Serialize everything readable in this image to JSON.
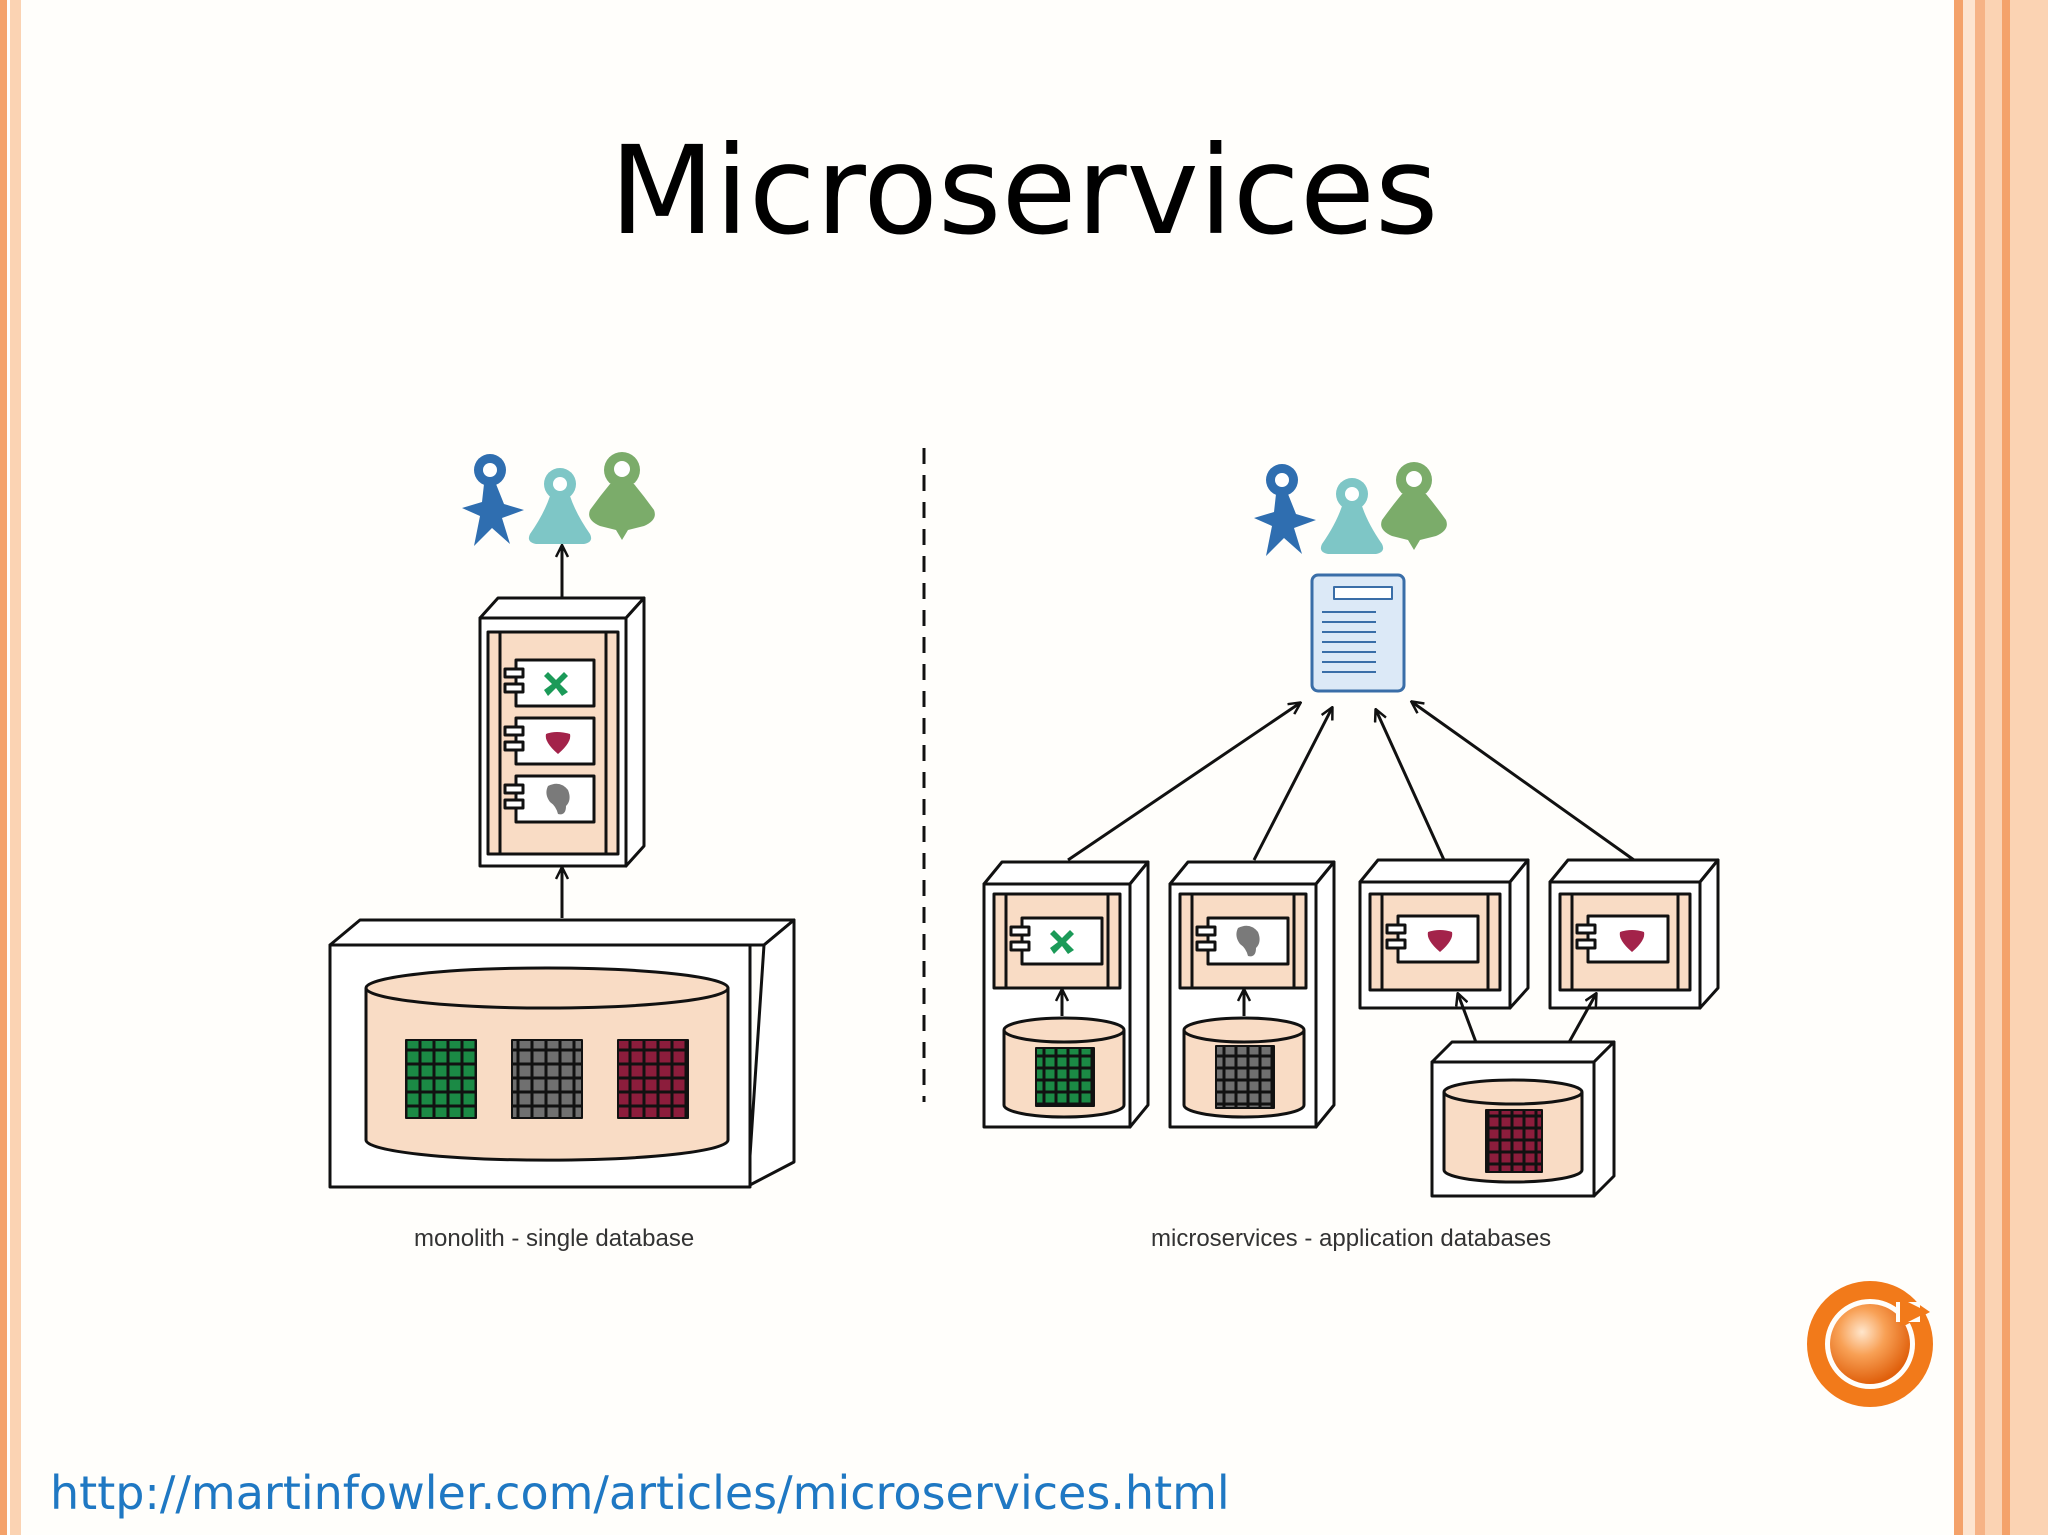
{
  "slide": {
    "title": "Microservices",
    "source_url": "http://martinfowler.com/articles/microservices.html"
  },
  "diagram": {
    "left_caption": "monolith - single database",
    "right_caption": "microservices - application databases"
  },
  "colors": {
    "frame_orange": "#f4a26a",
    "frame_light": "#fbd3b3",
    "peach_fill": "#f9dcc5",
    "user_blue": "#2f6eb0",
    "user_teal": "#7ec6c6",
    "user_green": "#7bac6a",
    "data_green": "#1b8a45",
    "data_gray": "#707070",
    "data_crimson": "#8c1d3c",
    "link_blue": "#1f78c3",
    "icon_orange": "#f27a1a"
  }
}
